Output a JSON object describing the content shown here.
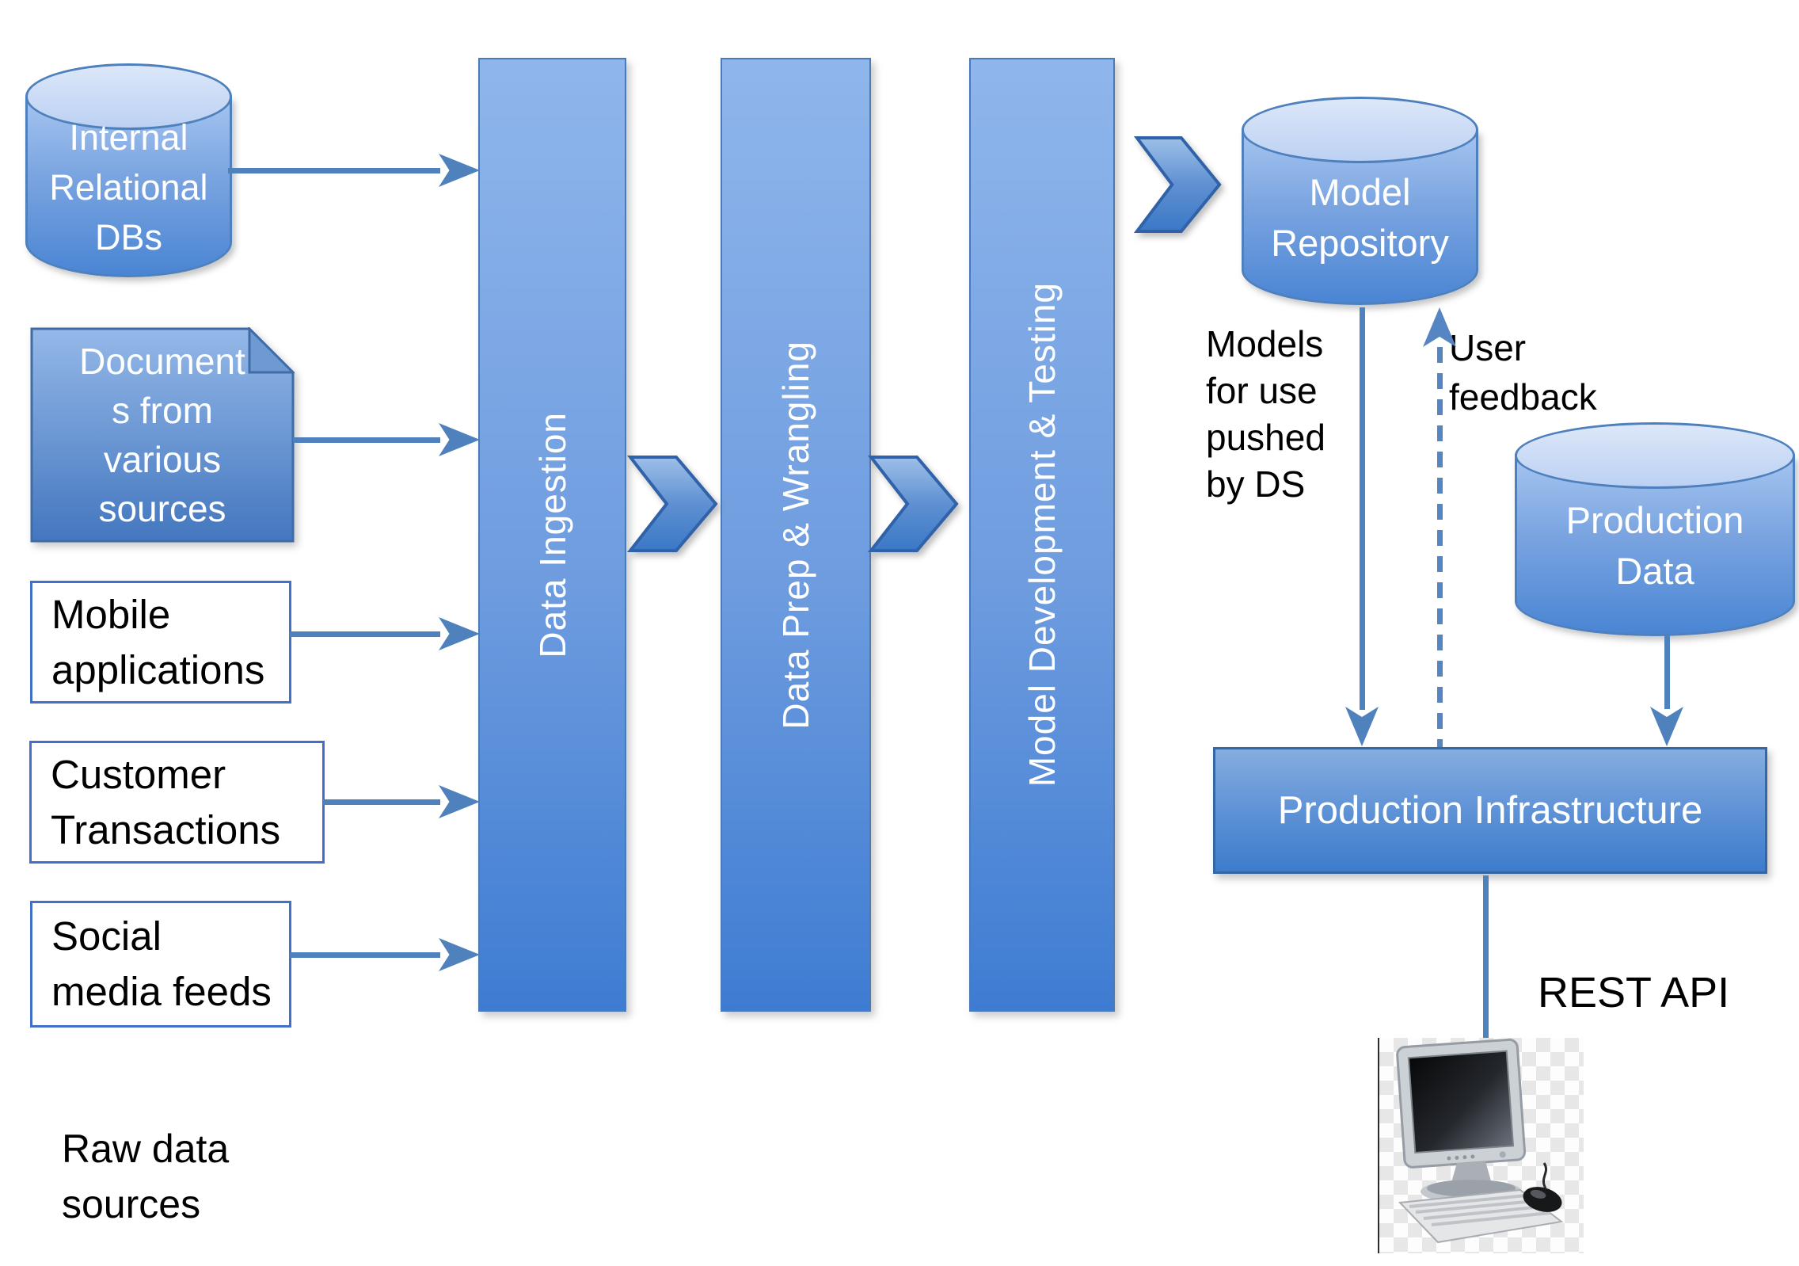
{
  "sources": {
    "internal_dbs": {
      "label": "Internal\nRelational\nDBs"
    },
    "documents": {
      "label": "Document\ns from\nvarious\nsources"
    },
    "mobile": {
      "label": "Mobile\napplications"
    },
    "customer": {
      "label": "Customer\nTransactions"
    },
    "social": {
      "label": "Social\nmedia feeds"
    },
    "caption": "Raw data\nsources"
  },
  "pipeline": {
    "stages": [
      {
        "label": "Data Ingestion"
      },
      {
        "label": "Data Prep & Wrangling"
      },
      {
        "label": "Model Development & Testing"
      }
    ]
  },
  "outputs": {
    "model_repository": {
      "label": "Model\nRepository"
    },
    "production_data": {
      "label": "Production\nData"
    },
    "production_infrastructure": {
      "label": "Production Infrastructure"
    }
  },
  "annotations": {
    "models_pushed": "Models\nfor use\npushed\nby DS",
    "user_feedback": "User\nfeedback",
    "rest_api": "REST API"
  },
  "colors": {
    "shape_gradient_top": "#8fb6ec",
    "shape_gradient_bottom": "#3e7cd2",
    "shape_border": "#4a7ab8",
    "cylinder_top_fill": "#cfdff7",
    "source_box_border": "#4070c8",
    "arrow": "#4f81bd",
    "dashed_arrow": "#5585c2",
    "text_on_shape": "#ffffff",
    "text_annotation": "#000000"
  }
}
